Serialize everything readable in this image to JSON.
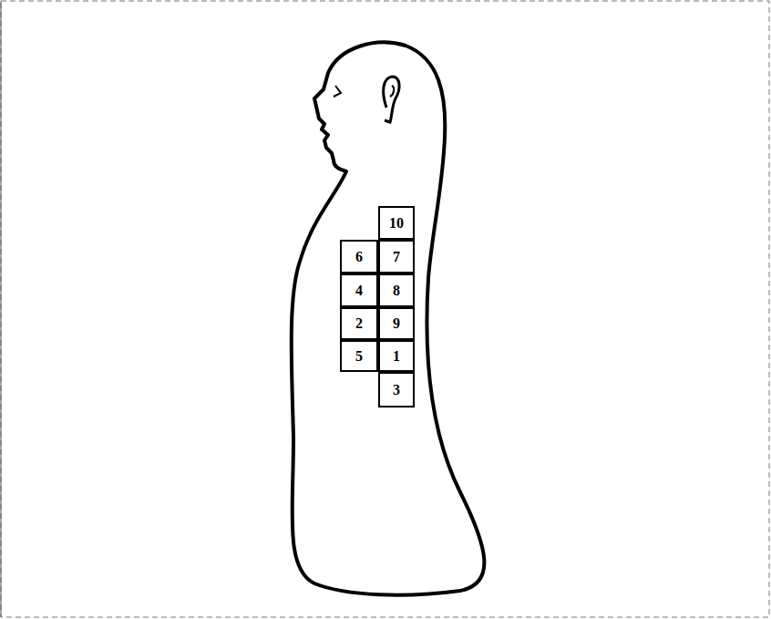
{
  "diagram": {
    "nodes": [
      {
        "text": [
          "10"
        ]
      },
      {
        "text": [
          "6"
        ]
      },
      {
        "text": [
          "7"
        ]
      },
      {
        "text": [
          "4"
        ]
      },
      {
        "text": [
          "8"
        ]
      },
      {
        "text": [
          "2"
        ]
      },
      {
        "text": [
          "9"
        ]
      },
      {
        "text": [
          "5"
        ]
      },
      {
        "text": [
          "1"
        ]
      },
      {
        "text": [
          "3"
        ]
      }
    ]
  }
}
